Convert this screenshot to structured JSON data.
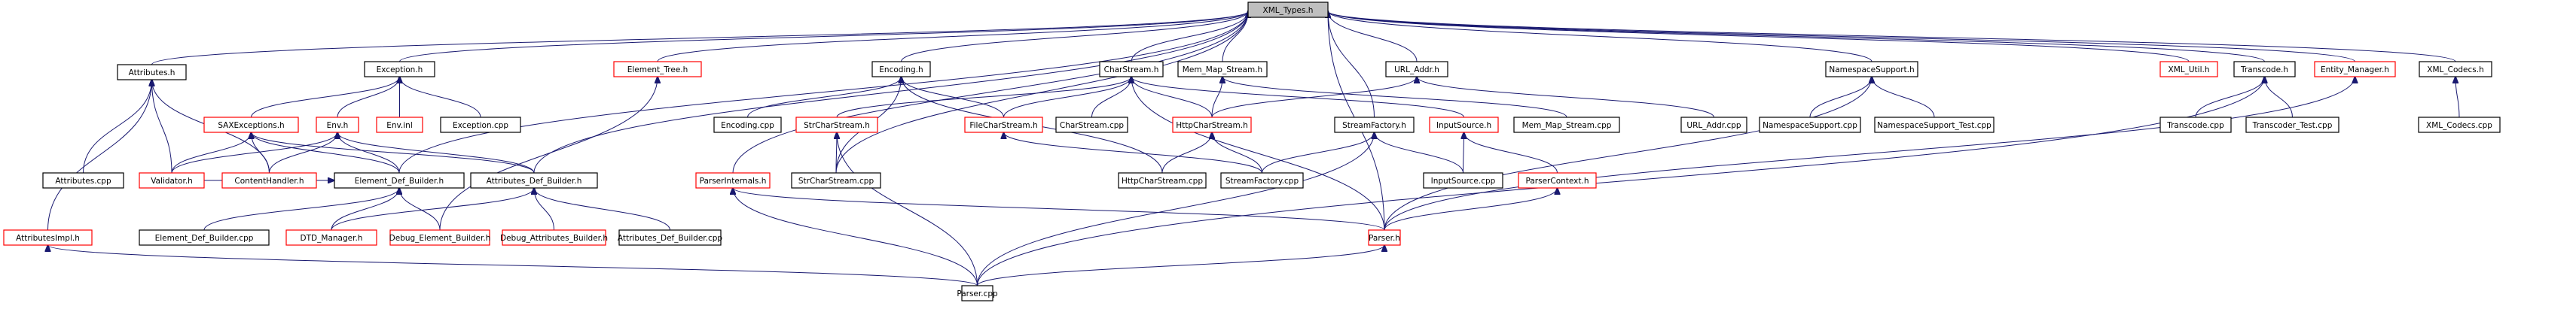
{
  "graph": {
    "title": "XML_Types.h included-by graph",
    "colors": {
      "edge": "#191970",
      "root_fill": "#bfbfbf",
      "normal_border": "#000000",
      "truncated_border": "#ff0000",
      "node_fill": "#ffffff"
    },
    "nodes": [
      {
        "id": "XML_Types.h",
        "label": "XML_Types.h",
        "kind": "root"
      },
      {
        "id": "Attributes.h",
        "label": "Attributes.h",
        "kind": "normal"
      },
      {
        "id": "Exception.h",
        "label": "Exception.h",
        "kind": "normal"
      },
      {
        "id": "Element_Tree.h",
        "label": "Element_Tree.h",
        "kind": "truncated"
      },
      {
        "id": "Encoding.h",
        "label": "Encoding.h",
        "kind": "normal"
      },
      {
        "id": "CharStream.h",
        "label": "CharStream.h",
        "kind": "normal"
      },
      {
        "id": "Mem_Map_Stream.h",
        "label": "Mem_Map_Stream.h",
        "kind": "normal"
      },
      {
        "id": "URL_Addr.h",
        "label": "URL_Addr.h",
        "kind": "normal"
      },
      {
        "id": "NamespaceSupport.h",
        "label": "NamespaceSupport.h",
        "kind": "normal"
      },
      {
        "id": "XML_Util.h",
        "label": "XML_Util.h",
        "kind": "truncated"
      },
      {
        "id": "Transcode.h",
        "label": "Transcode.h",
        "kind": "normal"
      },
      {
        "id": "Entity_Manager.h",
        "label": "Entity_Manager.h",
        "kind": "truncated"
      },
      {
        "id": "XML_Codecs.h",
        "label": "XML_Codecs.h",
        "kind": "normal"
      },
      {
        "id": "SAXExceptions.h",
        "label": "SAXExceptions.h",
        "kind": "truncated"
      },
      {
        "id": "Env.h",
        "label": "Env.h",
        "kind": "truncated"
      },
      {
        "id": "Env.inl",
        "label": "Env.inl",
        "kind": "truncated"
      },
      {
        "id": "Exception.cpp",
        "label": "Exception.cpp",
        "kind": "normal"
      },
      {
        "id": "Encoding.cpp",
        "label": "Encoding.cpp",
        "kind": "normal"
      },
      {
        "id": "StrCharStream.h",
        "label": "StrCharStream.h",
        "kind": "truncated"
      },
      {
        "id": "FileCharStream.h",
        "label": "FileCharStream.h",
        "kind": "truncated"
      },
      {
        "id": "CharStream.cpp",
        "label": "CharStream.cpp",
        "kind": "normal"
      },
      {
        "id": "HttpCharStream.h",
        "label": "HttpCharStream.h",
        "kind": "truncated"
      },
      {
        "id": "StreamFactory.h",
        "label": "StreamFactory.h",
        "kind": "normal"
      },
      {
        "id": "InputSource.h",
        "label": "InputSource.h",
        "kind": "truncated"
      },
      {
        "id": "Mem_Map_Stream.cpp",
        "label": "Mem_Map_Stream.cpp",
        "kind": "normal"
      },
      {
        "id": "URL_Addr.cpp",
        "label": "URL_Addr.cpp",
        "kind": "normal"
      },
      {
        "id": "NamespaceSupport.cpp",
        "label": "NamespaceSupport.cpp",
        "kind": "normal"
      },
      {
        "id": "NamespaceSupport_Test.cpp",
        "label": "NamespaceSupport_Test.cpp",
        "kind": "normal"
      },
      {
        "id": "Transcode.cpp",
        "label": "Transcode.cpp",
        "kind": "normal"
      },
      {
        "id": "Transcoder_Test.cpp",
        "label": "Transcoder_Test.cpp",
        "kind": "normal"
      },
      {
        "id": "XML_Codecs.cpp",
        "label": "XML_Codecs.cpp",
        "kind": "normal"
      },
      {
        "id": "Attributes.cpp",
        "label": "Attributes.cpp",
        "kind": "normal"
      },
      {
        "id": "Validator.h",
        "label": "Validator.h",
        "kind": "truncated"
      },
      {
        "id": "ContentHandler.h",
        "label": "ContentHandler.h",
        "kind": "truncated"
      },
      {
        "id": "Element_Def_Builder.h",
        "label": "Element_Def_Builder.h",
        "kind": "normal"
      },
      {
        "id": "Attributes_Def_Builder.h",
        "label": "Attributes_Def_Builder.h",
        "kind": "normal"
      },
      {
        "id": "ParserInternals.h",
        "label": "ParserInternals.h",
        "kind": "truncated"
      },
      {
        "id": "StrCharStream.cpp",
        "label": "StrCharStream.cpp",
        "kind": "normal"
      },
      {
        "id": "HttpCharStream.cpp",
        "label": "HttpCharStream.cpp",
        "kind": "normal"
      },
      {
        "id": "StreamFactory.cpp",
        "label": "StreamFactory.cpp",
        "kind": "normal"
      },
      {
        "id": "InputSource.cpp",
        "label": "InputSource.cpp",
        "kind": "normal"
      },
      {
        "id": "ParserContext.h",
        "label": "ParserContext.h",
        "kind": "truncated"
      },
      {
        "id": "AttributesImpl.h",
        "label": "AttributesImpl.h",
        "kind": "truncated"
      },
      {
        "id": "Element_Def_Builder.cpp",
        "label": "Element_Def_Builder.cpp",
        "kind": "normal"
      },
      {
        "id": "DTD_Manager.h",
        "label": "DTD_Manager.h",
        "kind": "truncated"
      },
      {
        "id": "Debug_Element_Builder.h",
        "label": "Debug_Element_Builder.h",
        "kind": "truncated"
      },
      {
        "id": "Debug_Attributes_Builder.h",
        "label": "Debug_Attributes_Builder.h",
        "kind": "truncated"
      },
      {
        "id": "Attributes_Def_Builder.cpp",
        "label": "Attributes_Def_Builder.cpp",
        "kind": "normal"
      },
      {
        "id": "Parser.h",
        "label": "Parser.h",
        "kind": "truncated"
      },
      {
        "id": "Parser.cpp",
        "label": "Parser.cpp",
        "kind": "normal"
      }
    ],
    "edges": [
      [
        "Attributes.h",
        "XML_Types.h"
      ],
      [
        "Exception.h",
        "XML_Types.h"
      ],
      [
        "Element_Tree.h",
        "XML_Types.h"
      ],
      [
        "Encoding.h",
        "XML_Types.h"
      ],
      [
        "CharStream.h",
        "XML_Types.h"
      ],
      [
        "Mem_Map_Stream.h",
        "XML_Types.h"
      ],
      [
        "URL_Addr.h",
        "XML_Types.h"
      ],
      [
        "NamespaceSupport.h",
        "XML_Types.h"
      ],
      [
        "XML_Util.h",
        "XML_Types.h"
      ],
      [
        "Transcode.h",
        "XML_Types.h"
      ],
      [
        "Entity_Manager.h",
        "XML_Types.h"
      ],
      [
        "XML_Codecs.h",
        "XML_Types.h"
      ],
      [
        "Element_Def_Builder.h",
        "XML_Types.h"
      ],
      [
        "Attributes_Def_Builder.h",
        "XML_Types.h"
      ],
      [
        "ParserInternals.h",
        "XML_Types.h"
      ],
      [
        "StrCharStream.cpp",
        "XML_Types.h"
      ],
      [
        "StreamFactory.h",
        "XML_Types.h"
      ],
      [
        "Parser.h",
        "XML_Types.h"
      ],
      [
        "SAXExceptions.h",
        "Exception.h"
      ],
      [
        "Env.h",
        "Exception.h"
      ],
      [
        "Env.inl",
        "Exception.h"
      ],
      [
        "Exception.cpp",
        "Exception.h"
      ],
      [
        "Attributes.cpp",
        "Attributes.h"
      ],
      [
        "Validator.h",
        "Attributes.h"
      ],
      [
        "ContentHandler.h",
        "Attributes.h"
      ],
      [
        "AttributesImpl.h",
        "Attributes.h"
      ],
      [
        "Validator.h",
        "SAXExceptions.h"
      ],
      [
        "ContentHandler.h",
        "SAXExceptions.h"
      ],
      [
        "Element_Def_Builder.h",
        "SAXExceptions.h"
      ],
      [
        "Attributes_Def_Builder.h",
        "SAXExceptions.h"
      ],
      [
        "Validator.h",
        "Env.h"
      ],
      [
        "ContentHandler.h",
        "Env.h"
      ],
      [
        "Element_Def_Builder.h",
        "Env.h"
      ],
      [
        "Attributes_Def_Builder.h",
        "Env.h"
      ],
      [
        "Element_Def_Builder.cpp",
        "Element_Def_Builder.h"
      ],
      [
        "DTD_Manager.h",
        "Element_Def_Builder.h"
      ],
      [
        "Debug_Element_Builder.h",
        "Element_Def_Builder.h"
      ],
      [
        "Validator.h",
        "Element_Def_Builder.h"
      ],
      [
        "DTD_Manager.h",
        "Attributes_Def_Builder.h"
      ],
      [
        "Debug_Attributes_Builder.h",
        "Attributes_Def_Builder.h"
      ],
      [
        "Attributes_Def_Builder.cpp",
        "Attributes_Def_Builder.h"
      ],
      [
        "Debug_Element_Builder.h",
        "Element_Tree.h"
      ],
      [
        "Encoding.cpp",
        "Encoding.h"
      ],
      [
        "FileCharStream.h",
        "Encoding.h"
      ],
      [
        "StrCharStream.cpp",
        "Encoding.h"
      ],
      [
        "HttpCharStream.cpp",
        "Encoding.h"
      ],
      [
        "StrCharStream.h",
        "CharStream.h"
      ],
      [
        "FileCharStream.h",
        "CharStream.h"
      ],
      [
        "CharStream.cpp",
        "CharStream.h"
      ],
      [
        "HttpCharStream.h",
        "CharStream.h"
      ],
      [
        "InputSource.h",
        "CharStream.h"
      ],
      [
        "Parser.h",
        "CharStream.h"
      ],
      [
        "StrCharStream.cpp",
        "StrCharStream.h"
      ],
      [
        "Parser.cpp",
        "StrCharStream.h"
      ],
      [
        "StreamFactory.cpp",
        "FileCharStream.h"
      ],
      [
        "HttpCharStream.h",
        "Mem_Map_Stream.h"
      ],
      [
        "Mem_Map_Stream.cpp",
        "Mem_Map_Stream.h"
      ],
      [
        "HttpCharStream.h",
        "URL_Addr.h"
      ],
      [
        "URL_Addr.cpp",
        "URL_Addr.h"
      ],
      [
        "HttpCharStream.cpp",
        "HttpCharStream.h"
      ],
      [
        "StreamFactory.cpp",
        "HttpCharStream.h"
      ],
      [
        "StreamFactory.cpp",
        "StreamFactory.h"
      ],
      [
        "InputSource.cpp",
        "StreamFactory.h"
      ],
      [
        "Parser.cpp",
        "StreamFactory.h"
      ],
      [
        "InputSource.cpp",
        "InputSource.h"
      ],
      [
        "ParserContext.h",
        "InputSource.h"
      ],
      [
        "Parser.h",
        "ParserContext.h"
      ],
      [
        "NamespaceSupport.cpp",
        "NamespaceSupport.h"
      ],
      [
        "NamespaceSupport_Test.cpp",
        "NamespaceSupport.h"
      ],
      [
        "Parser.h",
        "NamespaceSupport.h"
      ],
      [
        "Transcode.cpp",
        "Transcode.h"
      ],
      [
        "Transcoder_Test.cpp",
        "Transcode.h"
      ],
      [
        "Parser.cpp",
        "Transcode.h"
      ],
      [
        "Parser.h",
        "Entity_Manager.h"
      ],
      [
        "XML_Codecs.cpp",
        "XML_Codecs.h"
      ],
      [
        "Parser.cpp",
        "ParserInternals.h"
      ],
      [
        "Parser.h",
        "ParserInternals.h"
      ],
      [
        "Parser.cpp",
        "AttributesImpl.h"
      ],
      [
        "Parser.cpp",
        "Parser.h"
      ]
    ]
  }
}
